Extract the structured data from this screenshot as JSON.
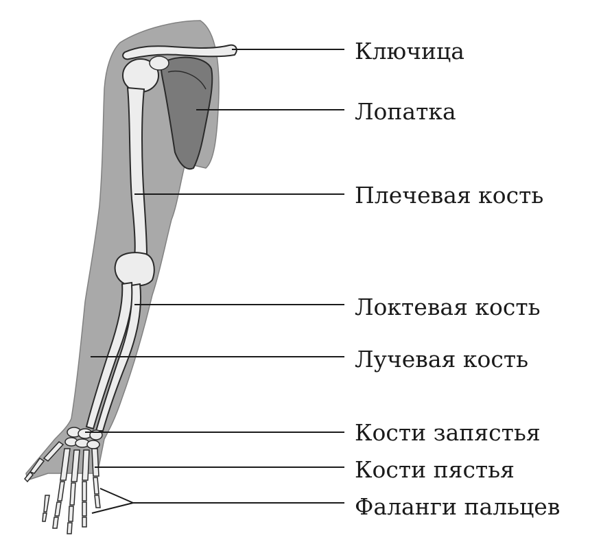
{
  "labels": [
    {
      "id": "clavicle",
      "text": "Ключица"
    },
    {
      "id": "scapula",
      "text": "Лопатка"
    },
    {
      "id": "humerus",
      "text": "Плечевая кость"
    },
    {
      "id": "ulna",
      "text": "Локтевая кость"
    },
    {
      "id": "radius",
      "text": "Лучевая кость"
    },
    {
      "id": "carpals",
      "text": "Кости запястья"
    },
    {
      "id": "metacarpals",
      "text": "Кости пястья"
    },
    {
      "id": "phalanges",
      "text": "Фаланги пальцев"
    }
  ],
  "colors": {
    "background": "#ffffff",
    "silhouette": "#a9a9a9",
    "bone": "#ededed",
    "bone_outline": "#2a2a2a",
    "leader_line": "#1a1a1a",
    "text": "#1a1a1a"
  }
}
